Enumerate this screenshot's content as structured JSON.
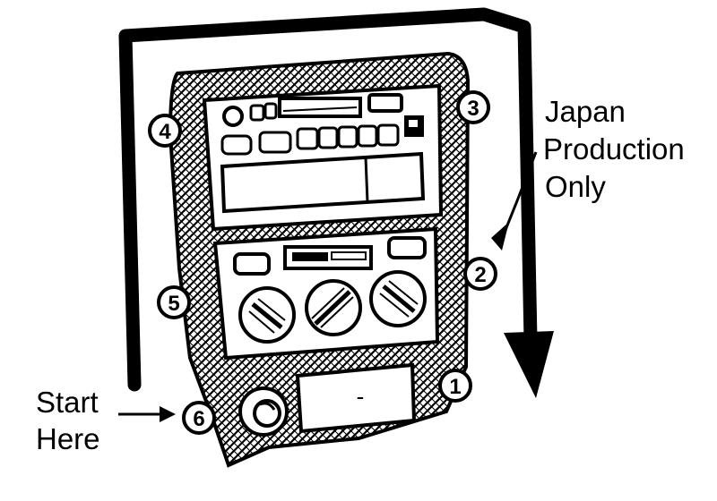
{
  "callouts": {
    "japan_note": [
      "Japan",
      "Production",
      "Only"
    ],
    "start_note": [
      "Start",
      "Here"
    ]
  },
  "fasteners": [
    {
      "label": "1"
    },
    {
      "label": "2"
    },
    {
      "label": "3"
    },
    {
      "label": "4"
    },
    {
      "label": "5"
    },
    {
      "label": "6"
    }
  ],
  "panel_marking": "-",
  "colors": {
    "ink": "#000000",
    "paper": "#ffffff"
  }
}
